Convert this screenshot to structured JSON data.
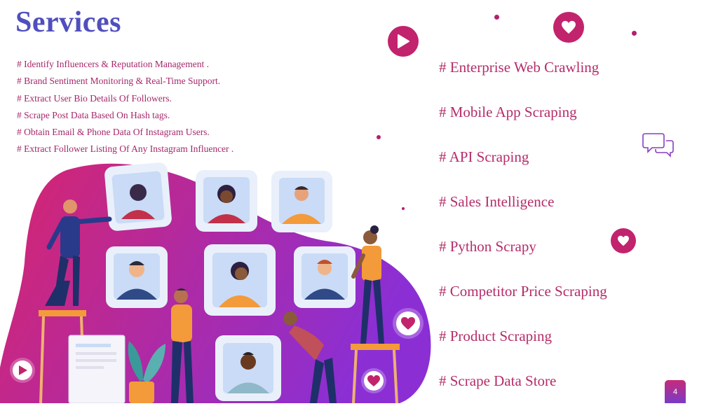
{
  "header": {
    "title": "Services"
  },
  "left_services": [
    "# Identify Influencers & Reputation Management .",
    "# Brand Sentiment Monitoring & Real-Time Support.",
    "# Extract User Bio Details Of Followers.",
    "# Scrape Post Data Based On Hash tags.",
    "# Obtain Email & Phone Data Of Instagram Users.",
    "# Extract Follower Listing Of Any Instagram Influencer ."
  ],
  "right_services": [
    "# Enterprise Web Crawling",
    "# Mobile App Scraping",
    "# API Scraping",
    "# Sales Intelligence",
    "# Python Scrapy",
    "# Competitor Price Scraping",
    "# Product Scraping",
    "# Scrape Data Store"
  ],
  "page_number": "4",
  "icons": {
    "play": "play-icon",
    "heart": "heart-icon",
    "chat": "chat-bubbles-icon"
  },
  "colors": {
    "title": "#4f4fbf",
    "accent": "#c2236d",
    "gradient_start": "#d4266f",
    "gradient_end": "#8a2fd0"
  }
}
